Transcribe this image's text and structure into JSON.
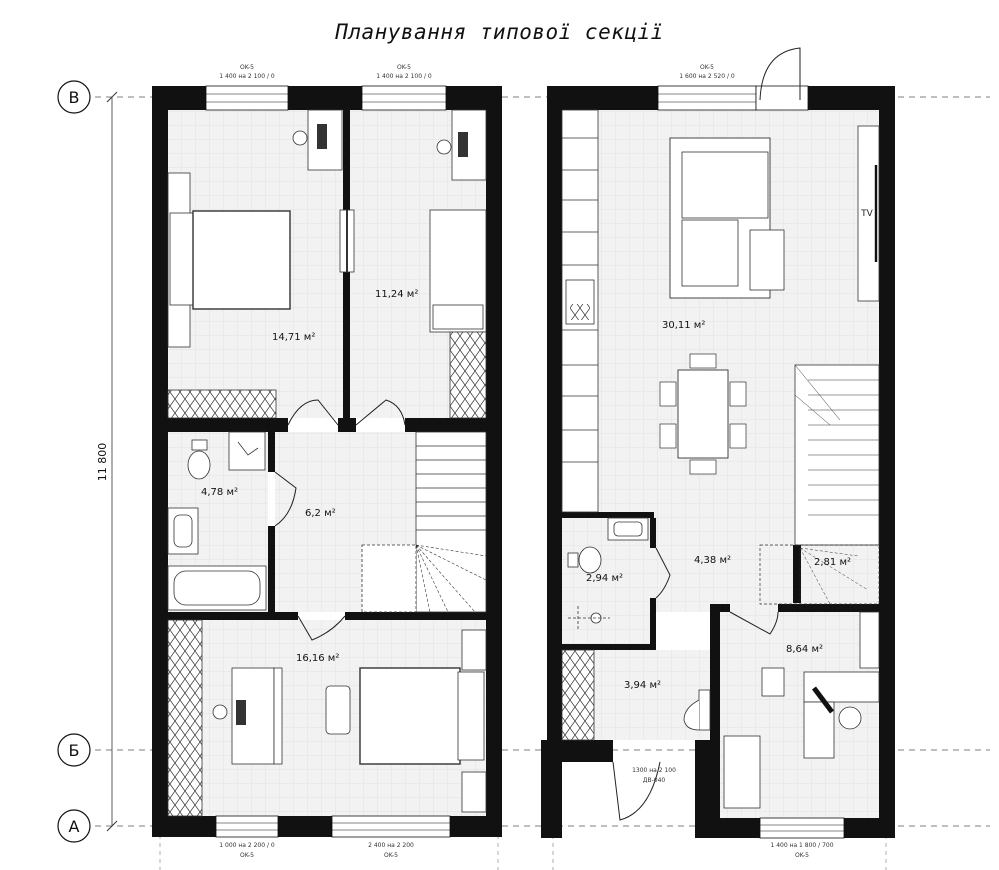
{
  "title": "Планування типової секції",
  "axes": {
    "top": "В",
    "middle": "Б",
    "bottom": "А"
  },
  "overall_dimension": "11 800",
  "rooms": {
    "bedroom_left": "14,71 м²",
    "bedroom_right": "11,24 м²",
    "bathroom": "4,78 м²",
    "hall_upper": "6,2 м²",
    "bedroom_bottom": "16,16 м²",
    "living_kitchen": "30,11 м²",
    "wc": "2,94 м²",
    "hall_lower": "4,38 м²",
    "stair_lower": "2,81 м²",
    "entrance": "3,94 м²",
    "office": "8,64 м²"
  },
  "windows": {
    "top_left_code": "OK-5",
    "top_left_size": "1 400 на 2 100 / 0",
    "top_mid_code": "OK-5",
    "top_mid_size": "1 400 на 2 100 / 0",
    "top_right_code": "OK-5",
    "top_right_size": "1 600 на 2 520 / 0",
    "bot_left_size": "1 000 на 2 200 / 0",
    "bot_left_code": "OK-5",
    "bot_mid_size": "2 400 на 2 200",
    "bot_mid_code": "OK-5",
    "bot_right_size": "1 400 на 1 800 / 700",
    "bot_right_code": "OK-5",
    "door_size": "1300 на 2 100",
    "door_code": "ДВ-040"
  },
  "tv_label": "TV"
}
